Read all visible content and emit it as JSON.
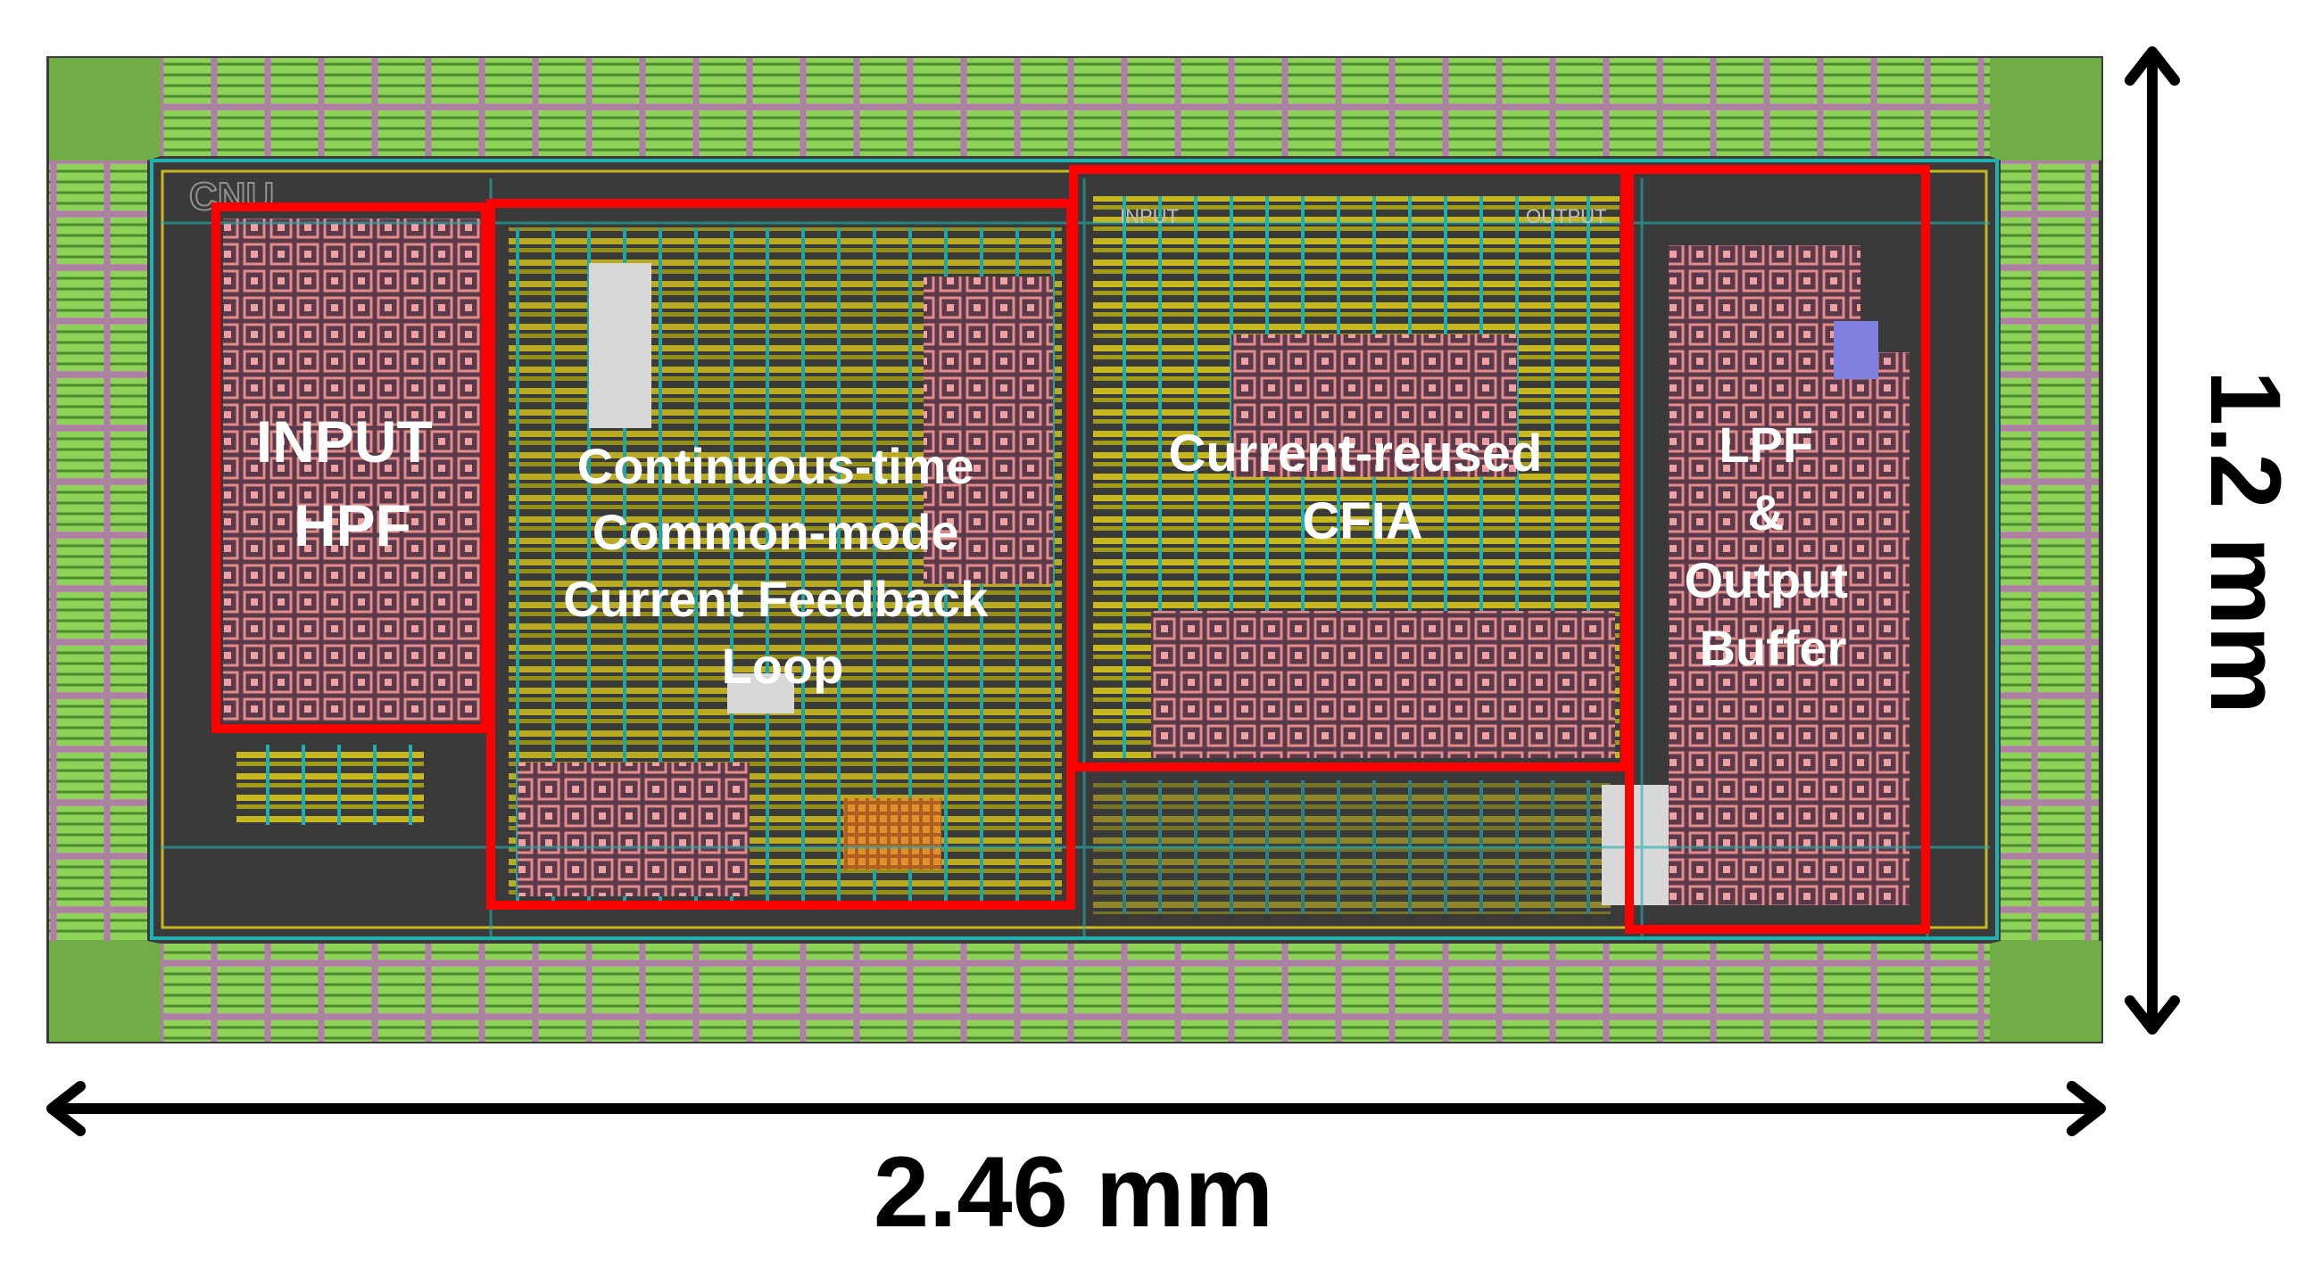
{
  "blocks": [
    {
      "id": "hpf",
      "lines": [
        "INPUT",
        "HPF"
      ]
    },
    {
      "id": "cmfb",
      "lines": [
        "Continuous-time",
        "Common-mode",
        "Current Feedback",
        "Loop"
      ]
    },
    {
      "id": "cfia",
      "lines": [
        "Current-reused",
        "CFIA"
      ]
    },
    {
      "id": "lpf",
      "lines": [
        "LPF",
        "&",
        "Output",
        "Buffer"
      ]
    }
  ],
  "layout_text": {
    "logo": "CNU",
    "input": "INPUT",
    "output": "OUTPUT"
  },
  "dimensions": {
    "width": "2.46 mm",
    "height": "1.2 mm"
  },
  "colors": {
    "outline": "#ff0000",
    "die": "#3a3a3a",
    "pad": "#7fc94a",
    "metal": "#c8b820",
    "matrix": "#c08080",
    "wire": "#20b0b0",
    "label": "#ffffff",
    "dimension": "#000000"
  }
}
